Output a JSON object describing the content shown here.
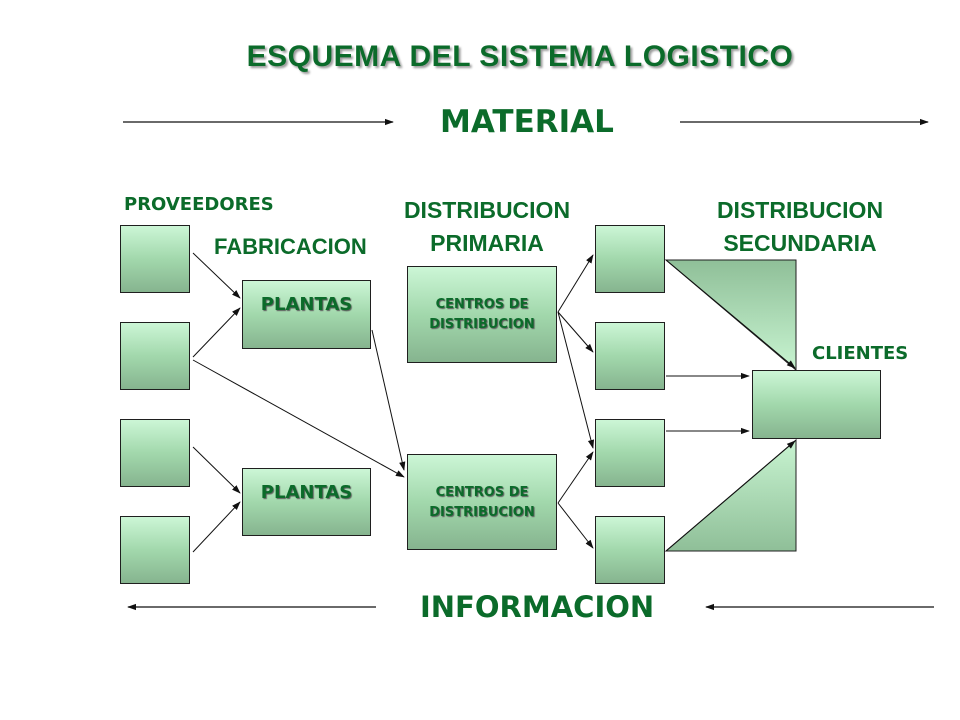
{
  "title": "ESQUEMA DEL SISTEMA LOGISTICO",
  "flows": {
    "material": "MATERIAL",
    "informacion": "INFORMACION"
  },
  "stages": {
    "proveedores": "PROVEEDORES",
    "fabricacion": "FABRICACION",
    "distribucion_primaria": [
      "DISTRIBUCION",
      "PRIMARIA"
    ],
    "distribucion_secundaria": [
      "DISTRIBUCION",
      "SECUNDARIA"
    ],
    "clientes": "CLIENTES"
  },
  "nodes": {
    "plantas": [
      "PLANTAS",
      "PLANTAS"
    ],
    "centros_de_distribucion": [
      [
        "CENTROS DE",
        "DISTRIBUCION"
      ],
      [
        "CENTROS DE",
        "DISTRIBUCION"
      ]
    ]
  },
  "colors": {
    "text": "#0b6b2a",
    "box_top": "#ccf6d6",
    "box_bottom": "#86b48f",
    "lines": "#111111"
  }
}
